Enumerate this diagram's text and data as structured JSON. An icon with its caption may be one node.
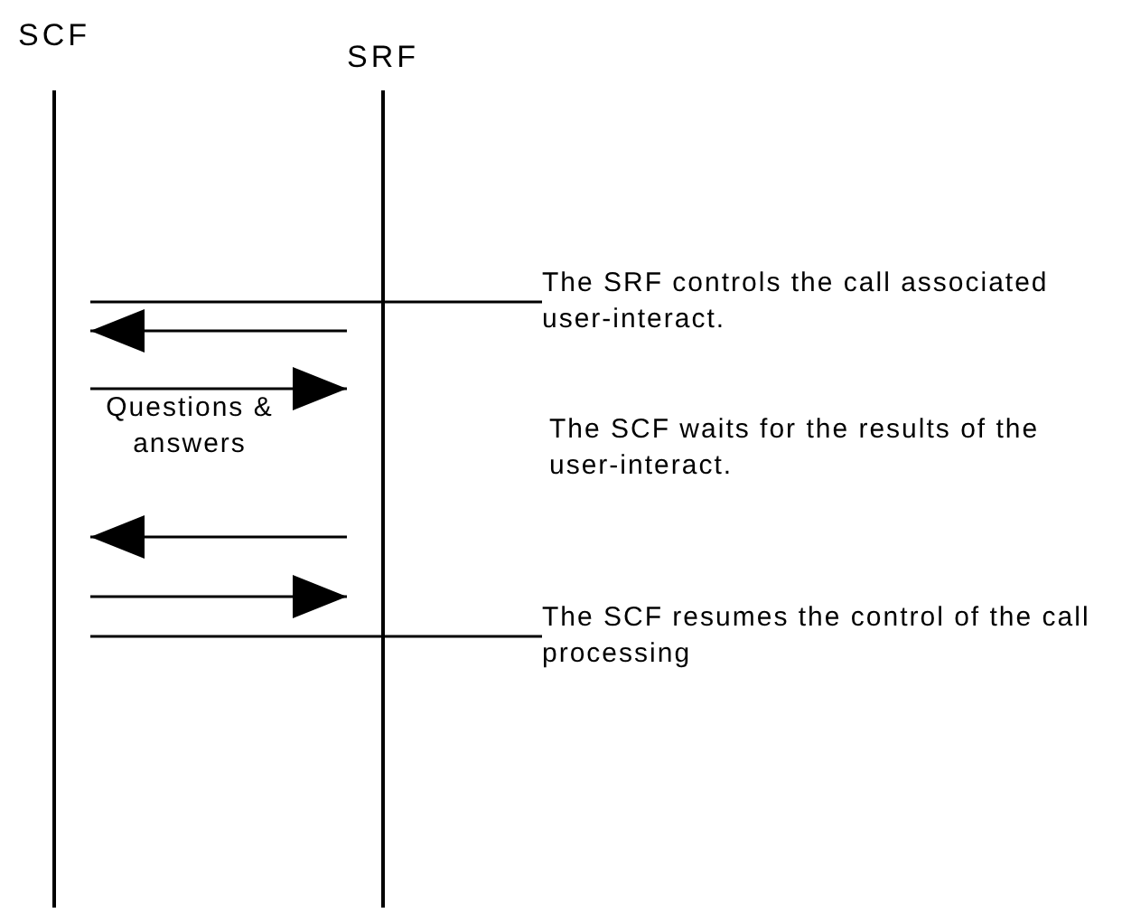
{
  "diagram": {
    "nodes": [
      {
        "text": [
          "SCF"
        ]
      },
      {
        "text": [
          "SRF"
        ]
      },
      {
        "text": [
          "The SRF controls the call associated user-interact."
        ]
      },
      {
        "text": [
          "The SCF resumes the control of the call processing"
        ]
      }
    ],
    "edges": [
      {
        "from": 2,
        "to": 0,
        "arrow": "none"
      },
      {
        "from": 1,
        "to": 0,
        "arrow": "to"
      },
      {
        "from": 0,
        "to": 1,
        "arrow": "to"
      },
      {
        "from": 1,
        "to": 0,
        "arrow": "to"
      },
      {
        "from": 0,
        "to": 1,
        "arrow": "to"
      },
      {
        "from": 3,
        "to": 0,
        "arrow": "none"
      }
    ],
    "labels": [
      "Questions & answers",
      "The SCF waits for the results of the user-interact."
    ]
  }
}
